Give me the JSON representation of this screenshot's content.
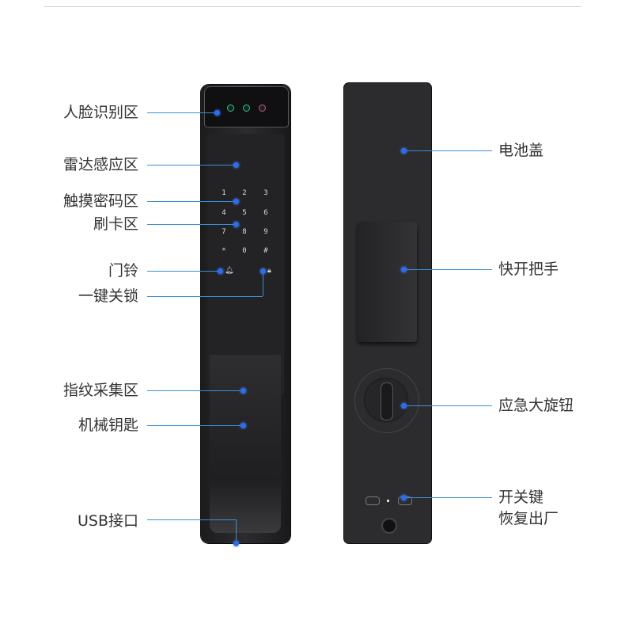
{
  "left_labels": {
    "face": "人脸识别区",
    "radar": "雷达感应区",
    "touch_pin": "触摸密码区",
    "card": "刷卡区",
    "doorbell": "门铃",
    "one_key_lock": "一键关锁",
    "fingerprint": "指纹采集区",
    "mech_key": "机械钥匙",
    "usb": "USB接口"
  },
  "right_labels": {
    "battery": "电池盖",
    "quick_handle": "快开把手",
    "emergency_knob": "应急大旋钮",
    "power_key": "开关键",
    "factory_reset": "恢复出厂"
  },
  "keypad": [
    "1",
    "2",
    "3",
    "4",
    "5",
    "6",
    "7",
    "8",
    "9",
    "*",
    "0",
    "#"
  ],
  "colors": {
    "callout": "#3a8fd6",
    "dot": "#2a6cf5",
    "body": "#2c2c2e"
  }
}
